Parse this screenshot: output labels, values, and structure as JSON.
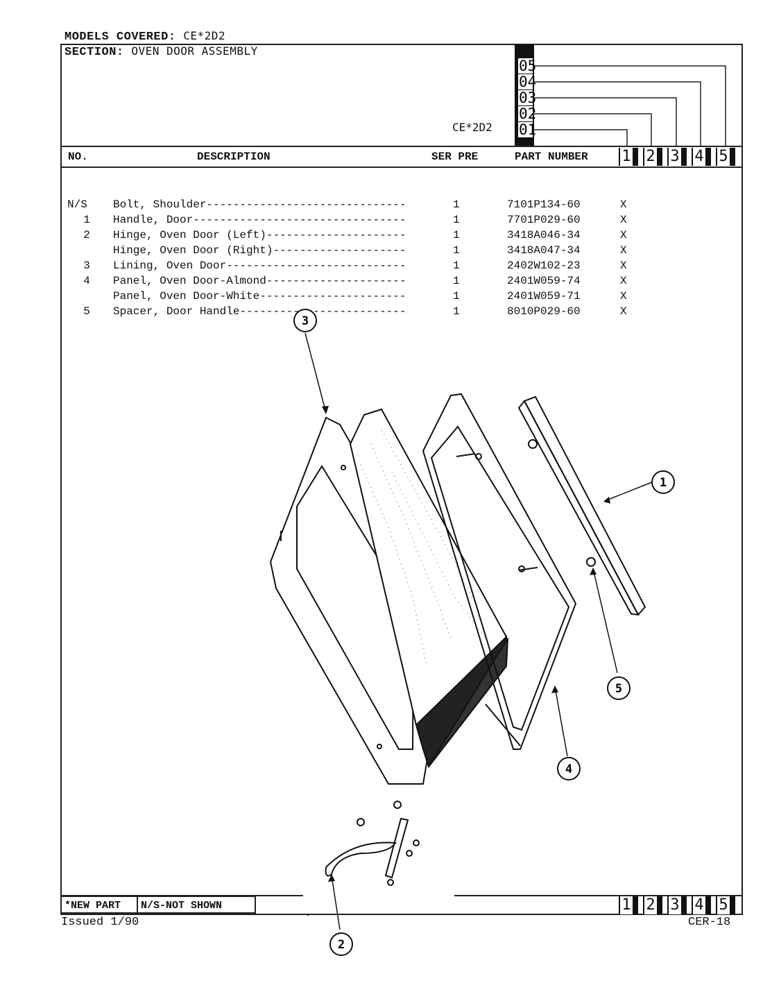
{
  "header": {
    "models_label": "MODELS COVERED:",
    "models_value": "CE*2D2",
    "section_label": "SECTION:",
    "section_value": "OVEN DOOR ASSEMBLY",
    "model_code": "CE*2D2",
    "serial_codes": [
      "05",
      "04",
      "03",
      "02",
      "01"
    ]
  },
  "columns": {
    "no": "NO.",
    "description": "DESCRIPTION",
    "ser_pre": "SER PRE",
    "part_number": "PART NUMBER",
    "model_cols": [
      "1",
      "2",
      "3",
      "4",
      "5"
    ]
  },
  "parts": [
    {
      "no": "N/S",
      "desc": "Bolt, Shoulder------------------------------",
      "ser": "1",
      "part": "7101P134-60",
      "x": "X"
    },
    {
      "no": "1",
      "desc": "Handle, Door--------------------------------",
      "ser": "1",
      "part": "7701P029-60",
      "x": "X"
    },
    {
      "no": "2",
      "desc": "Hinge, Oven Door (Left)---------------------",
      "ser": "1",
      "part": "3418A046-34",
      "x": "X"
    },
    {
      "no": "",
      "desc": "Hinge, Oven Door (Right)--------------------",
      "ser": "1",
      "part": "3418A047-34",
      "x": "X"
    },
    {
      "no": "3",
      "desc": "Lining, Oven Door---------------------------",
      "ser": "1",
      "part": "2402W102-23",
      "x": "X"
    },
    {
      "no": "4",
      "desc": "Panel, Oven Door-Almond---------------------",
      "ser": "1",
      "part": "2401W059-74",
      "x": "X"
    },
    {
      "no": "",
      "desc": "Panel, Oven Door-White----------------------",
      "ser": "1",
      "part": "2401W059-71",
      "x": "X"
    },
    {
      "no": "5",
      "desc": "Spacer, Door Handle-------------------------",
      "ser": "1",
      "part": "8010P029-60",
      "x": "X"
    }
  ],
  "callouts": [
    "3",
    "1",
    "5",
    "4",
    "2"
  ],
  "footer": {
    "new_part": "*NEW PART",
    "not_shown": "N/S-NOT SHOWN",
    "issued": "Issued 1/90",
    "page_code": "CER-18",
    "model_cols": [
      "1",
      "2",
      "3",
      "4",
      "5"
    ]
  }
}
